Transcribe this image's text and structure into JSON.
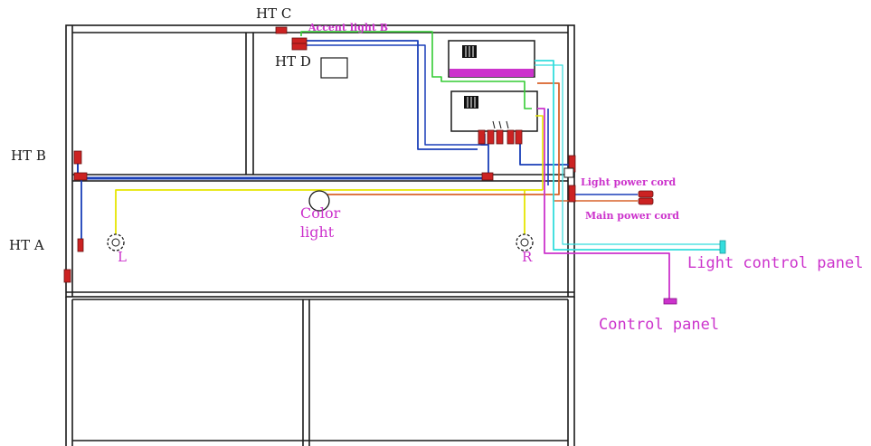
{
  "labels": {
    "ht_a": "HT A",
    "ht_b": "HT B",
    "ht_c": "HT C",
    "ht_d": "HT D",
    "accent_light": "Accent light B",
    "light_power_cord": "Light power cord",
    "main_power_cord": "Main power cord",
    "color_light_line1": "Color",
    "color_light_line2": "light",
    "left_light": "L",
    "right_light": "R",
    "light_control_panel": "Light control panel",
    "control_panel": "Control panel"
  },
  "colors": {
    "frame": "#1a1a1a",
    "wire_blue": "#1a3fb8",
    "wire_yellow": "#e6e600",
    "wire_green": "#33cc33",
    "wire_orange": "#d9632b",
    "wire_cyan": "#33dddd",
    "wire_magenta": "#cc33cc",
    "connector_red": "#cc2222",
    "label_magenta": "#cc33cc"
  }
}
